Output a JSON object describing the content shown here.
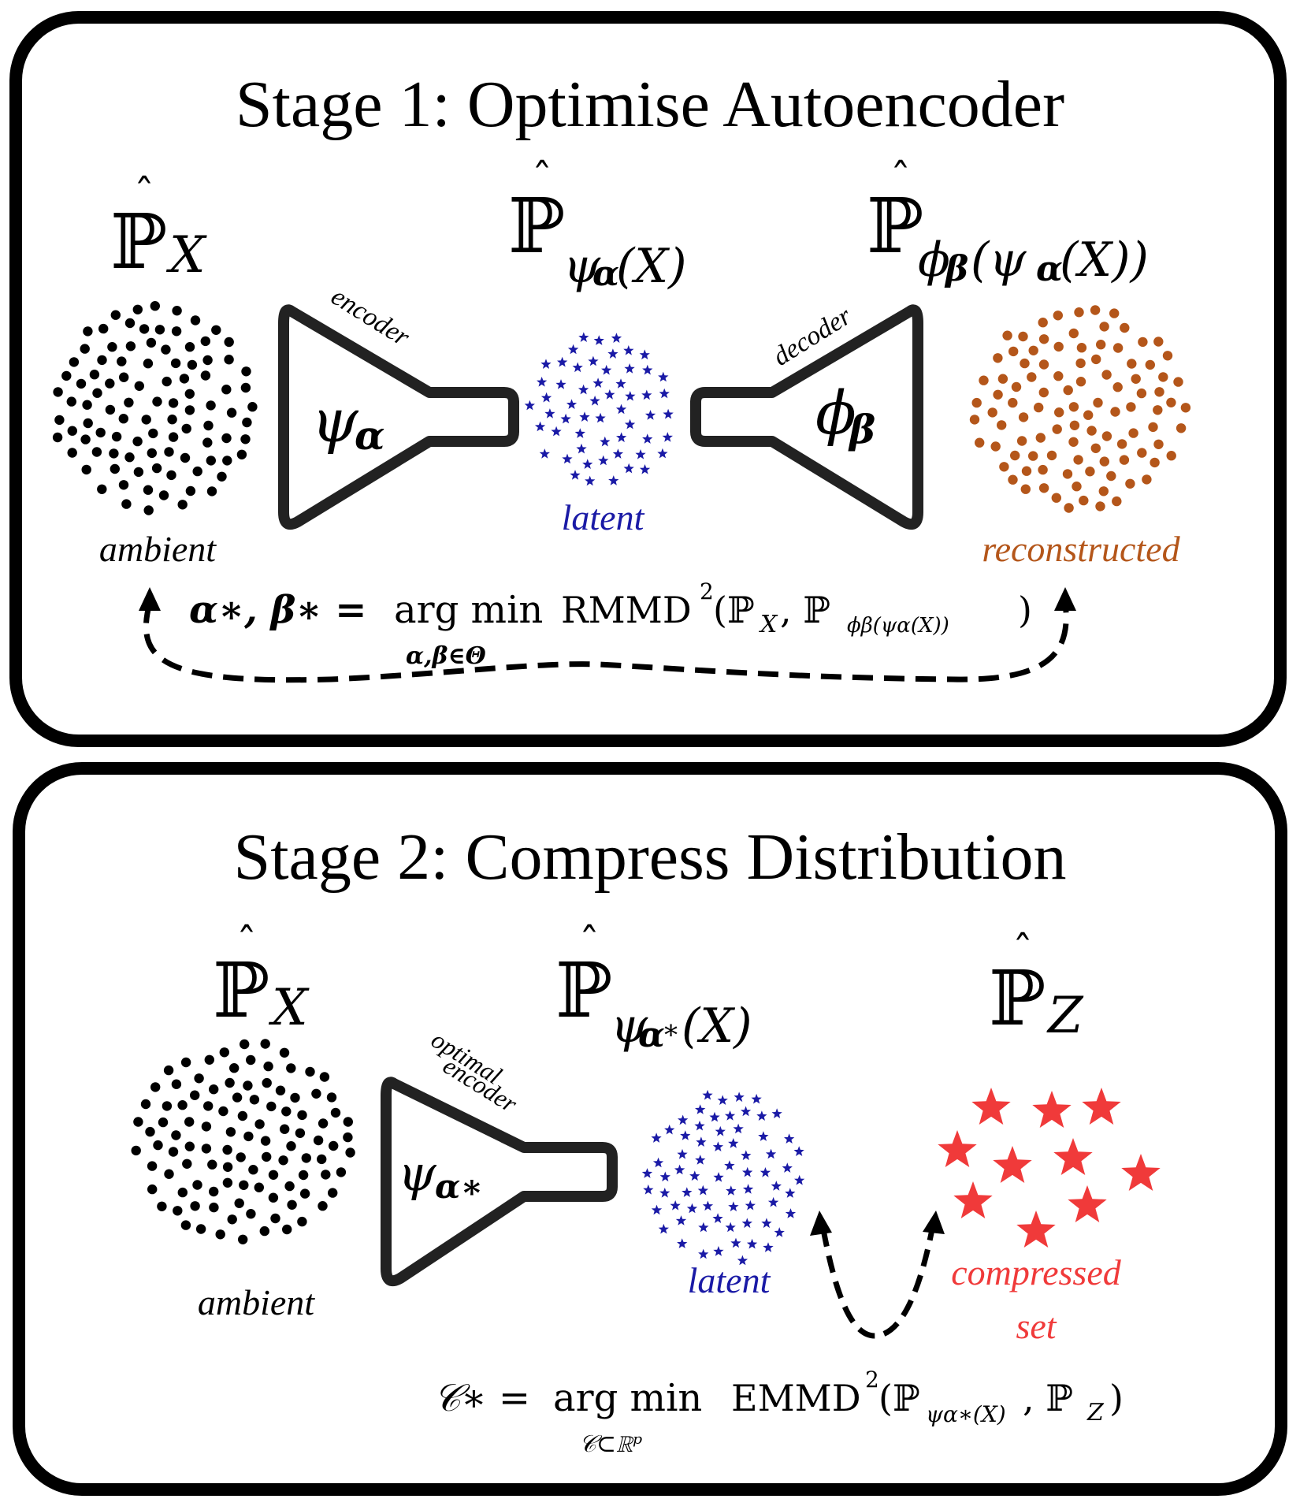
{
  "stage1": {
    "title": "Stage 1: Optimise Autoencoder",
    "distributions": {
      "left": {
        "symbol": "ℙ",
        "subscript": "X"
      },
      "middle": {
        "symbol": "ℙ",
        "subscript": "ψ",
        "sub_bold": "α",
        "sub_tail": "(X)"
      },
      "right": {
        "symbol": "ℙ",
        "subscript": "ϕ",
        "sub_bold": "β",
        "sub_tail1": "(ψ",
        "sub_bold2": "α",
        "sub_tail2": "(X))"
      }
    },
    "encoder": {
      "label": "encoder",
      "symbol": "ψ",
      "symbol_sub": "α"
    },
    "decoder": {
      "label": "decoder",
      "symbol": "ϕ",
      "symbol_sub": "β"
    },
    "cloud_labels": {
      "ambient": "ambient",
      "latent": "latent",
      "reconstructed": "reconstructed"
    },
    "objective": {
      "lhs": "α∗, β∗ =",
      "op": "arg min",
      "constraint": "α,β∈Θ",
      "loss_name": "RMMD",
      "exponent": "2",
      "args_open": "(ℙ",
      "arg1_sub": "X",
      "arg_sep": ", ℙ",
      "arg2_sub": "ϕβ(ψα(X))",
      "args_close": ")"
    }
  },
  "stage2": {
    "title": "Stage 2: Compress Distribution",
    "distributions": {
      "left": {
        "symbol": "ℙ",
        "subscript": "X"
      },
      "middle": {
        "symbol": "ℙ",
        "subscript": "ψ",
        "sub_bold": "α",
        "sub_star": "∗",
        "sub_tail": "(X)"
      },
      "right": {
        "symbol": "ℙ",
        "subscript": "Z"
      }
    },
    "encoder": {
      "label_line1": "optimal",
      "label_line2": "encoder",
      "symbol": "ψ",
      "symbol_sub": "α∗"
    },
    "cloud_labels": {
      "ambient": "ambient",
      "latent": "latent",
      "compressed_line1": "compressed",
      "compressed_line2": "set"
    },
    "objective": {
      "lhs": "𝒞∗ =",
      "op": "arg min",
      "constraint": "𝒞⊂ℝᵖ",
      "loss_name": "EMMD",
      "exponent": "2",
      "args_open": "(ℙ",
      "arg1_sub": "ψα∗(X)",
      "arg_sep": ", ℙ",
      "arg2_sub": "Z",
      "args_close": ")"
    }
  },
  "colors": {
    "ambient": "#000000",
    "latent": "#1a1aa6",
    "reconstructed": "#b4561a",
    "compressed": "#f03a3a",
    "frame": "#000000",
    "encoder_stroke": "#222222"
  }
}
